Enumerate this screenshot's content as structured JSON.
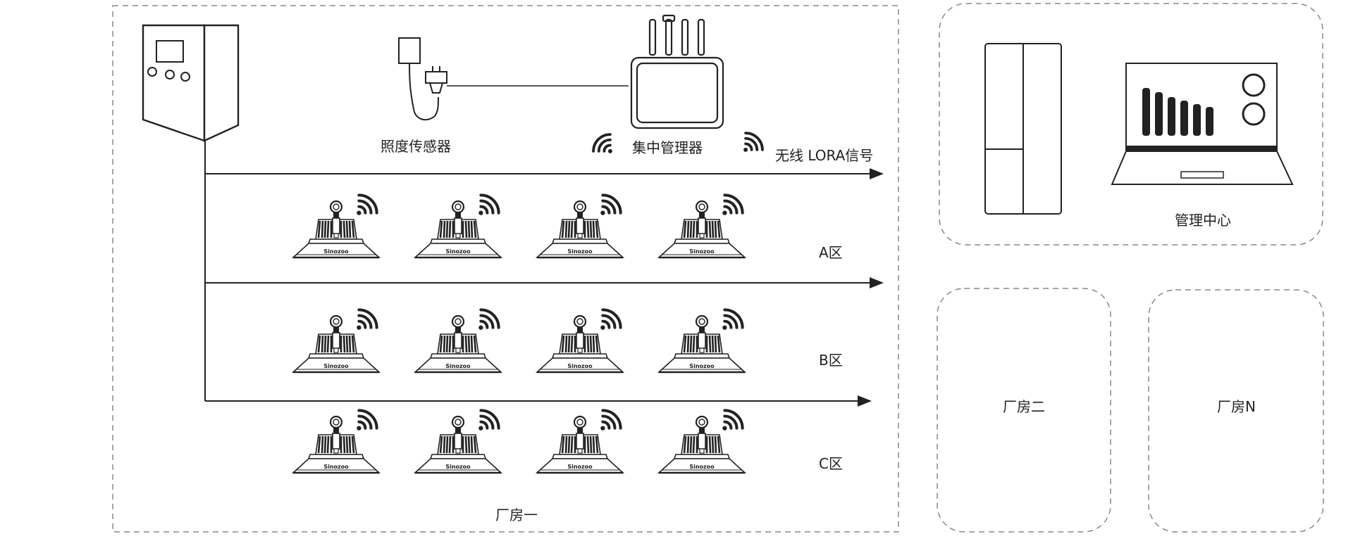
{
  "factory_one": {
    "label": "厂房一",
    "sensor_label": "照度传感器",
    "gateway_label": "集中管理器",
    "lora_label": "无线 LORA信号",
    "zones": [
      {
        "label": "A区",
        "lamp_count": 4
      },
      {
        "label": "B区",
        "lamp_count": 4
      },
      {
        "label": "C区",
        "lamp_count": 4
      }
    ],
    "lamp_brand": "Sinozoo"
  },
  "management_center": {
    "label": "管理中心"
  },
  "factory_two": {
    "label": "厂房二"
  },
  "factory_n": {
    "label": "厂房N"
  },
  "colors": {
    "line": "#222222",
    "dash": "#888888",
    "background": "#ffffff"
  }
}
